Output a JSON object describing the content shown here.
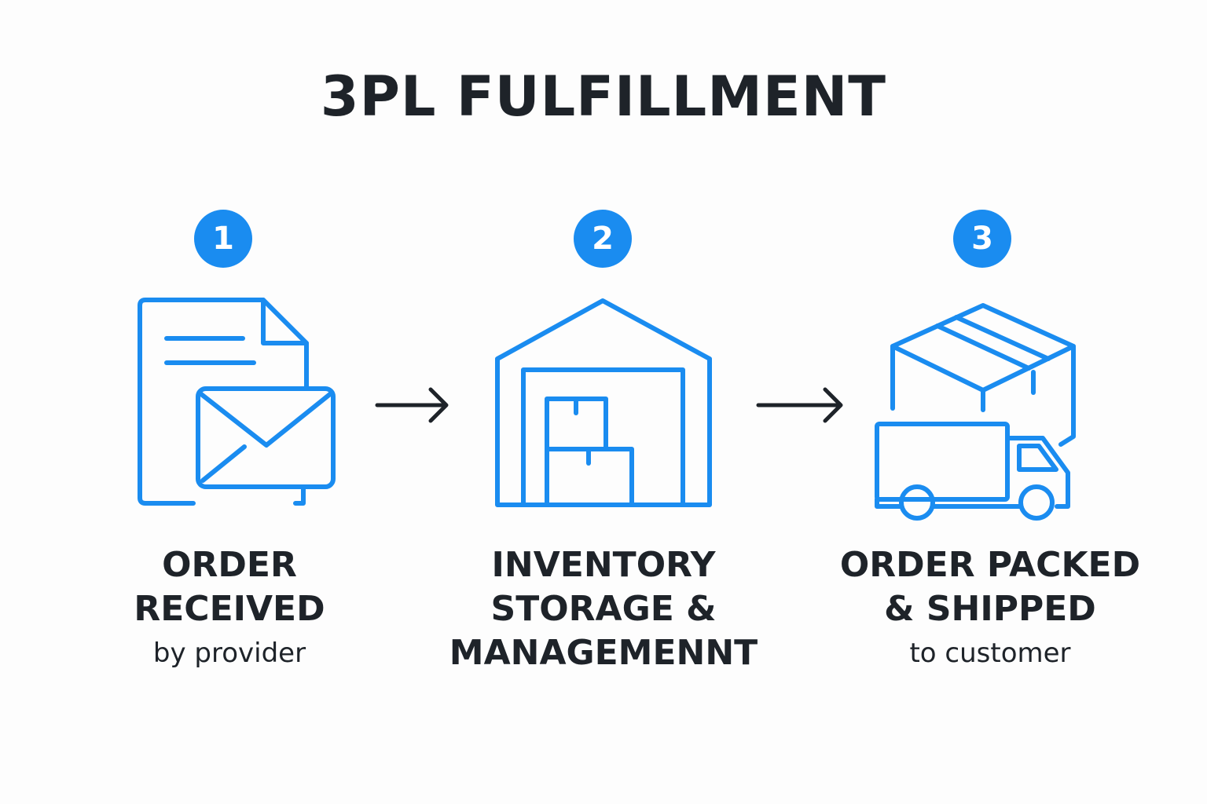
{
  "title": "3PL FULFILLMENT",
  "colors": {
    "accent": "#1a8cf0",
    "text": "#1e2329",
    "background": "#fdfdfd"
  },
  "steps": [
    {
      "number": "1",
      "icon": "document-envelope-icon",
      "title_lines": [
        "ORDER",
        "RECEIVED"
      ],
      "subtitle": "by provider"
    },
    {
      "number": "2",
      "icon": "warehouse-boxes-icon",
      "title_lines": [
        "INVENTORY",
        "STORAGE &",
        "MANAGEMENNT"
      ],
      "subtitle": ""
    },
    {
      "number": "3",
      "icon": "box-truck-icon",
      "title_lines": [
        "ORDER PACKED",
        "& SHIPPED"
      ],
      "subtitle": "to customer"
    }
  ],
  "connectors": [
    "arrow-right-icon",
    "arrow-right-icon"
  ]
}
